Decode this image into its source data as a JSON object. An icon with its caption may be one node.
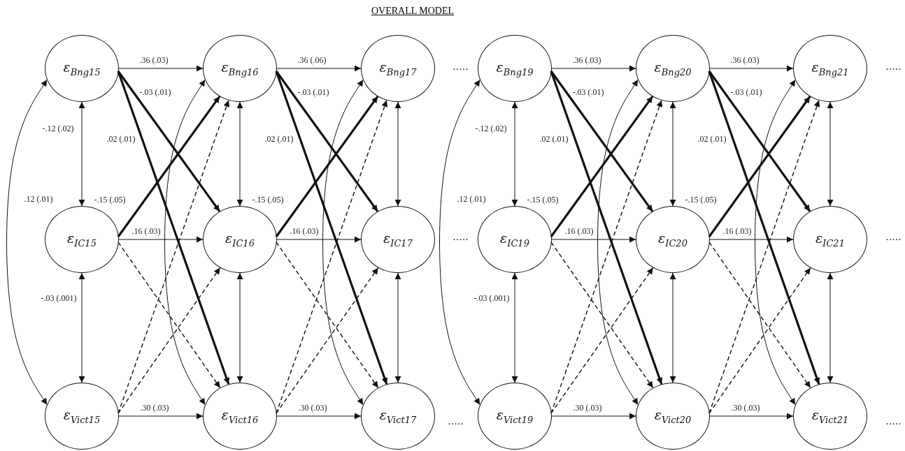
{
  "diagram": {
    "title": "OVERALL MODEL",
    "nodes": [
      {
        "text": [
          "ε$_{Bng15}$"
        ]
      },
      {
        "text": [
          "ε$_{Bng16}$"
        ]
      },
      {
        "text": [
          "ε$_{Bng17}$"
        ]
      },
      {
        "text": [
          "ε$_{Bng19}$"
        ]
      },
      {
        "text": [
          "ε$_{Bng20}$"
        ]
      },
      {
        "text": [
          "ε$_{Bng21}$"
        ]
      },
      {
        "text": [
          "ε$_{IC15}$"
        ]
      },
      {
        "text": [
          "ε$_{IC16}$"
        ]
      },
      {
        "text": [
          "ε$_{IC17}$"
        ]
      },
      {
        "text": [
          "ε$_{IC19}$"
        ]
      },
      {
        "text": [
          "ε$_{IC20}$"
        ]
      },
      {
        "text": [
          "ε$_{IC21}$"
        ]
      },
      {
        "text": [
          "ε$_{Vict15}$"
        ]
      },
      {
        "text": [
          "ε$_{Vict16}$"
        ]
      },
      {
        "text": [
          "ε$_{Vict17}$"
        ]
      },
      {
        "text": [
          "ε$_{Vict19}$"
        ]
      },
      {
        "text": [
          "ε$_{Vict20}$"
        ]
      },
      {
        "text": [
          "ε$_{Vict21}$"
        ]
      }
    ],
    "edges": [
      {
        "from": 0,
        "to": 1,
        "arrow": "to",
        "label": ".36 (.03)"
      },
      {
        "from": 0,
        "to": 7,
        "arrow": "to",
        "style": "thick",
        "label": "-.03 (.01)"
      },
      {
        "from": 0,
        "to": 13,
        "arrow": "to",
        "style": "thick",
        "label": ".02 (.01)"
      },
      {
        "from": 6,
        "to": 1,
        "arrow": "to",
        "style": "thick",
        "label": "-.15 (.05)"
      },
      {
        "from": 6,
        "to": 7,
        "arrow": "to",
        "label": ".16 (.03)"
      },
      {
        "from": 6,
        "to": 13,
        "arrow": "to",
        "style": "dashed"
      },
      {
        "from": 12,
        "to": 1,
        "arrow": "to",
        "style": "dashed"
      },
      {
        "from": 12,
        "to": 7,
        "arrow": "to",
        "style": "dashed"
      },
      {
        "from": 12,
        "to": 13,
        "arrow": "to",
        "label": ".30 (.03)"
      },
      {
        "from": 1,
        "to": 2,
        "arrow": "to",
        "label": ".36 (.06)"
      },
      {
        "from": 1,
        "to": 8,
        "arrow": "to",
        "style": "thick",
        "label": "-.03 (.01)"
      },
      {
        "from": 1,
        "to": 14,
        "arrow": "to",
        "style": "thick",
        "label": ".02 (.01)"
      },
      {
        "from": 7,
        "to": 2,
        "arrow": "to",
        "style": "thick",
        "label": "-.15 (.05)"
      },
      {
        "from": 7,
        "to": 8,
        "arrow": "to",
        "label": ".16 (.03)"
      },
      {
        "from": 7,
        "to": 14,
        "arrow": "to",
        "style": "dashed"
      },
      {
        "from": 13,
        "to": 2,
        "arrow": "to",
        "style": "dashed"
      },
      {
        "from": 13,
        "to": 8,
        "arrow": "to",
        "style": "dashed"
      },
      {
        "from": 13,
        "to": 14,
        "arrow": "to",
        "label": ".30 (.03)"
      },
      {
        "from": 3,
        "to": 4,
        "arrow": "to",
        "label": ".36 (.03)"
      },
      {
        "from": 3,
        "to": 10,
        "arrow": "to",
        "style": "thick",
        "label": "-.03 (.01)"
      },
      {
        "from": 3,
        "to": 16,
        "arrow": "to",
        "style": "thick",
        "label": ".02 (.01)"
      },
      {
        "from": 9,
        "to": 4,
        "arrow": "to",
        "style": "thick",
        "label": "-.15 (.05)"
      },
      {
        "from": 9,
        "to": 10,
        "arrow": "to",
        "label": ".16 (.03)"
      },
      {
        "from": 9,
        "to": 16,
        "arrow": "to",
        "style": "dashed"
      },
      {
        "from": 15,
        "to": 4,
        "arrow": "to",
        "style": "dashed"
      },
      {
        "from": 15,
        "to": 10,
        "arrow": "to",
        "style": "dashed"
      },
      {
        "from": 15,
        "to": 16,
        "arrow": "to",
        "label": ".30 (.03)"
      },
      {
        "from": 4,
        "to": 5,
        "arrow": "to",
        "label": ".36 (.03)"
      },
      {
        "from": 4,
        "to": 11,
        "arrow": "to",
        "style": "thick",
        "label": "-.03 (.01)"
      },
      {
        "from": 4,
        "to": 17,
        "arrow": "to",
        "style": "thick",
        "label": ".02 (.01)"
      },
      {
        "from": 10,
        "to": 5,
        "arrow": "to",
        "style": "thick",
        "label": "-.15 (.05)"
      },
      {
        "from": 10,
        "to": 11,
        "arrow": "to",
        "label": ".16 (.03)"
      },
      {
        "from": 10,
        "to": 17,
        "arrow": "to",
        "style": "dashed"
      },
      {
        "from": 16,
        "to": 5,
        "arrow": "to",
        "style": "dashed"
      },
      {
        "from": 16,
        "to": 11,
        "arrow": "to",
        "style": "dashed"
      },
      {
        "from": 16,
        "to": 17,
        "arrow": "to",
        "label": ".30 (.03)"
      },
      {
        "from": 0,
        "to": 6,
        "arrow": "both",
        "label": "-.12 (.02)"
      },
      {
        "from": 6,
        "to": 12,
        "arrow": "both",
        "label": "-.03 (.001)"
      },
      {
        "from": 0,
        "to": 12,
        "arrow": "both",
        "label": ".12 (.01)"
      },
      {
        "from": 1,
        "to": 7,
        "arrow": "both"
      },
      {
        "from": 7,
        "to": 13,
        "arrow": "both"
      },
      {
        "from": 1,
        "to": 13,
        "arrow": "both"
      },
      {
        "from": 2,
        "to": 8,
        "arrow": "both"
      },
      {
        "from": 8,
        "to": 14,
        "arrow": "both"
      },
      {
        "from": 2,
        "to": 14,
        "arrow": "both"
      },
      {
        "from": 3,
        "to": 9,
        "arrow": "both",
        "label": "-.12 (.02)"
      },
      {
        "from": 9,
        "to": 15,
        "arrow": "both",
        "label": "-.03 (.001)"
      },
      {
        "from": 3,
        "to": 15,
        "arrow": "both",
        "label": ".12 (.01)"
      },
      {
        "from": 4,
        "to": 10,
        "arrow": "both"
      },
      {
        "from": 10,
        "to": 16,
        "arrow": "both"
      },
      {
        "from": 4,
        "to": 16,
        "arrow": "both"
      },
      {
        "from": 5,
        "to": 11,
        "arrow": "both"
      },
      {
        "from": 11,
        "to": 17,
        "arrow": "both"
      },
      {
        "from": 5,
        "to": 17,
        "arrow": "both"
      }
    ],
    "labels": [
      ".....",
      ".....",
      ".....",
      ".....",
      ".....",
      "....."
    ]
  }
}
